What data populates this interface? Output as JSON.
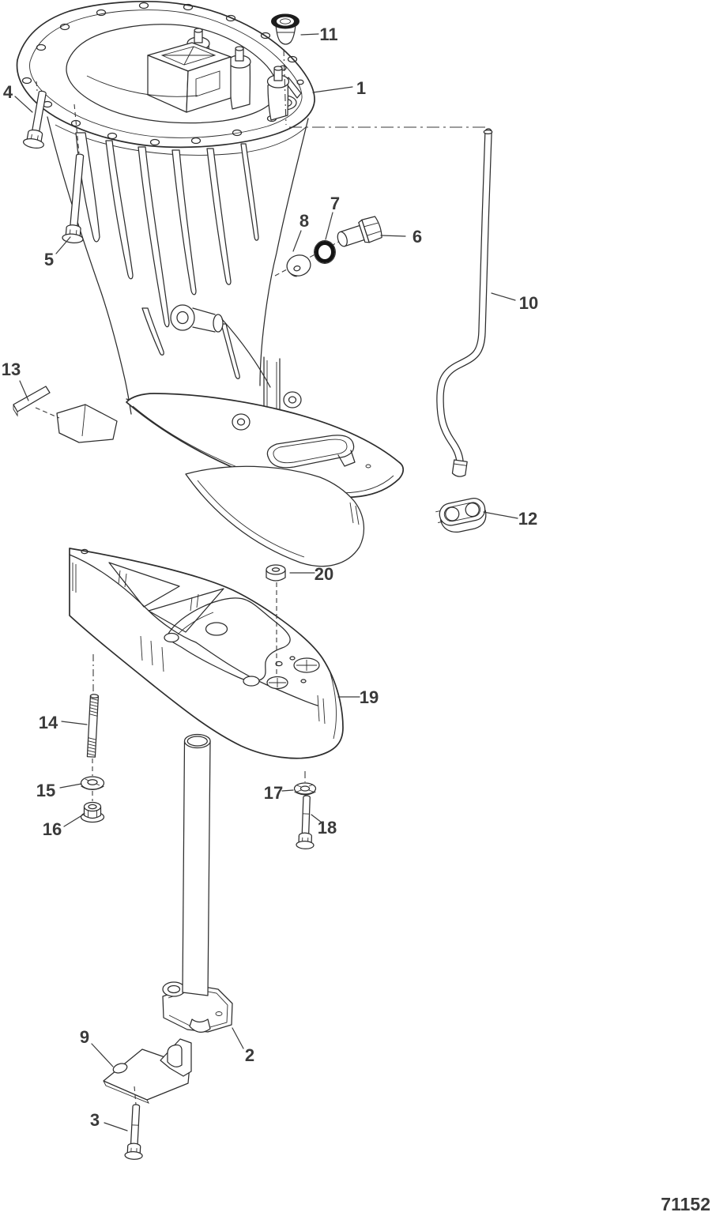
{
  "drawing": {
    "number": "71152"
  },
  "callouts": {
    "n1": "1",
    "n2": "2",
    "n3": "3",
    "n4": "4",
    "n5": "5",
    "n6": "6",
    "n7": "7",
    "n8": "8",
    "n9": "9",
    "n10": "10",
    "n11": "11",
    "n12": "12",
    "n13": "13",
    "n14": "14",
    "n15": "15",
    "n16": "16",
    "n17": "17",
    "n18": "18",
    "n19": "19",
    "n20": "20"
  },
  "colors": {
    "background": "#ffffff",
    "line": "#2d2d2d",
    "label": "#3a3a3a",
    "seal_dark": "#1c1c1c"
  }
}
